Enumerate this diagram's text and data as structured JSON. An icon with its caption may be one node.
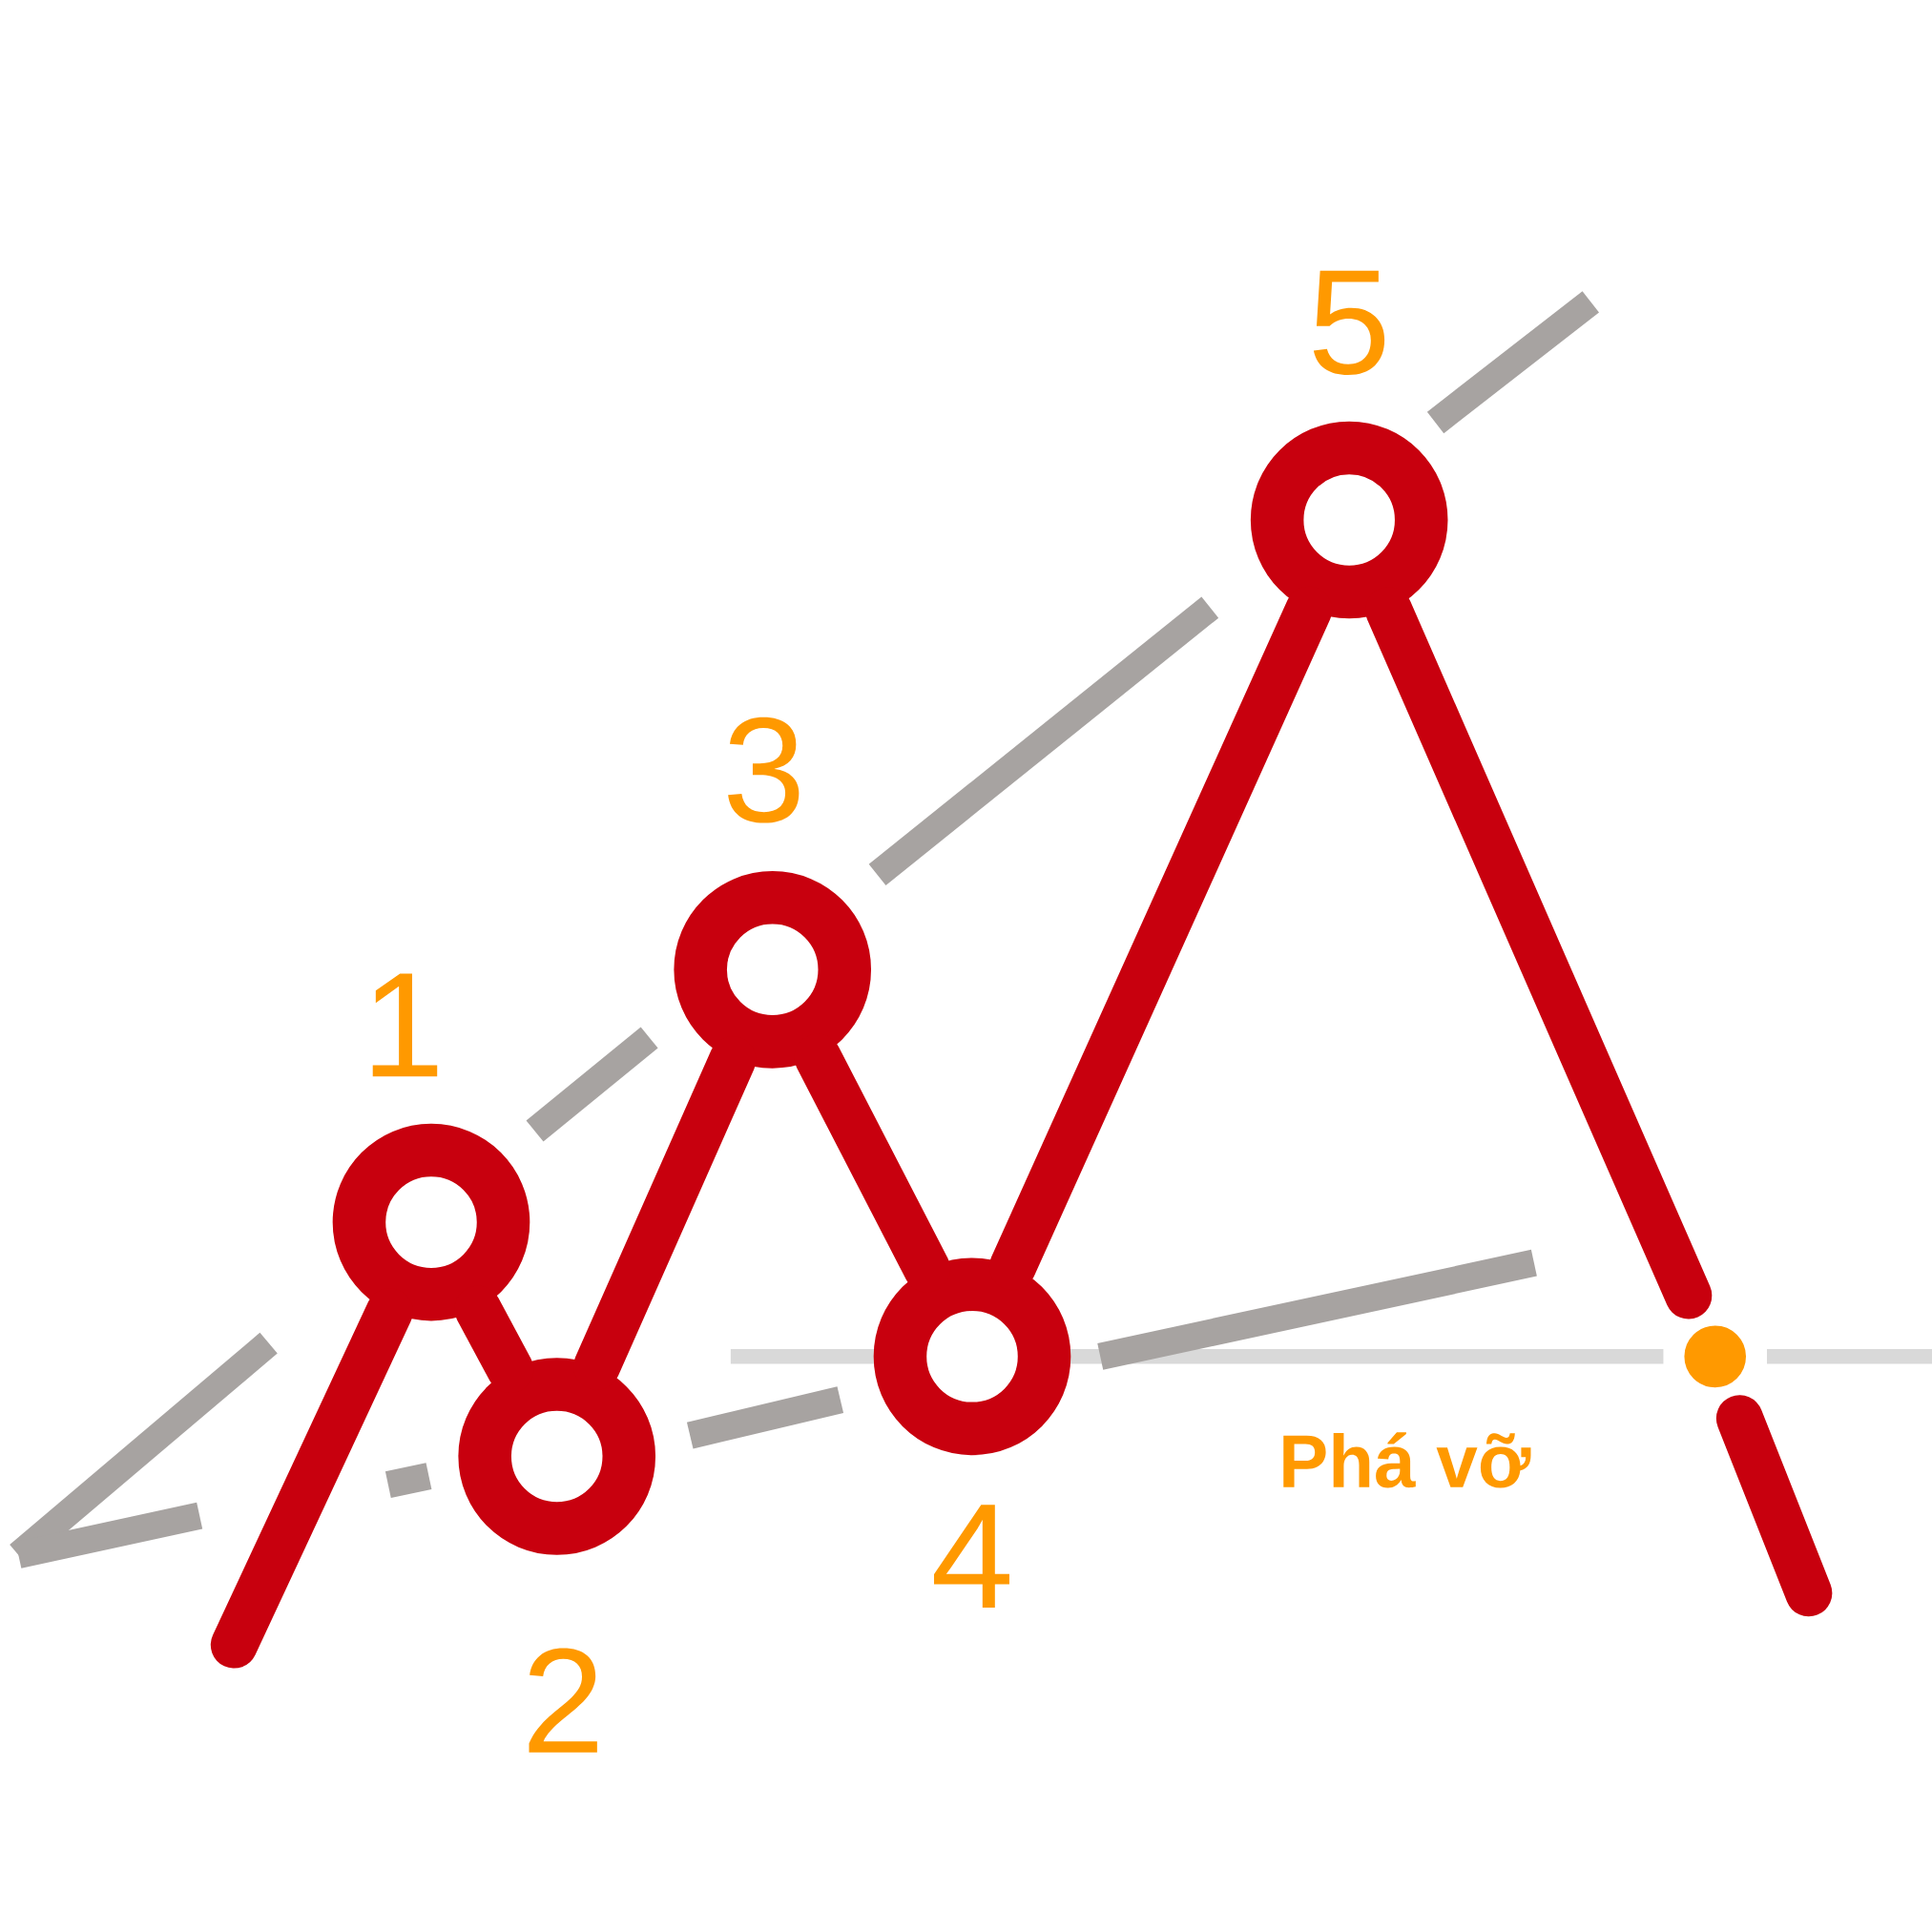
{
  "diagram": {
    "nodes": [
      {
        "text": [],
        "shape": "circle",
        "beside": [
          "1"
        ]
      },
      {
        "text": [],
        "shape": "circle",
        "beside": [
          "2"
        ]
      },
      {
        "text": [],
        "shape": "circle",
        "beside": [
          "3"
        ]
      },
      {
        "text": [],
        "shape": "circle",
        "beside": [
          "4"
        ]
      },
      {
        "text": [],
        "shape": "circle",
        "beside": [
          "5"
        ]
      },
      {
        "text": [],
        "shape": "dot",
        "beside": [
          "Phá vỡ"
        ]
      }
    ],
    "edges": [
      {
        "from": null,
        "to": 0,
        "arrow": "none"
      },
      {
        "from": 0,
        "to": 1,
        "arrow": "none"
      },
      {
        "from": 1,
        "to": 2,
        "arrow": "none"
      },
      {
        "from": 2,
        "to": 3,
        "arrow": "none"
      },
      {
        "from": 3,
        "to": 4,
        "arrow": "none"
      },
      {
        "from": 4,
        "to": 5,
        "arrow": "none"
      },
      {
        "from": 5,
        "to": null,
        "arrow": "none"
      }
    ]
  }
}
